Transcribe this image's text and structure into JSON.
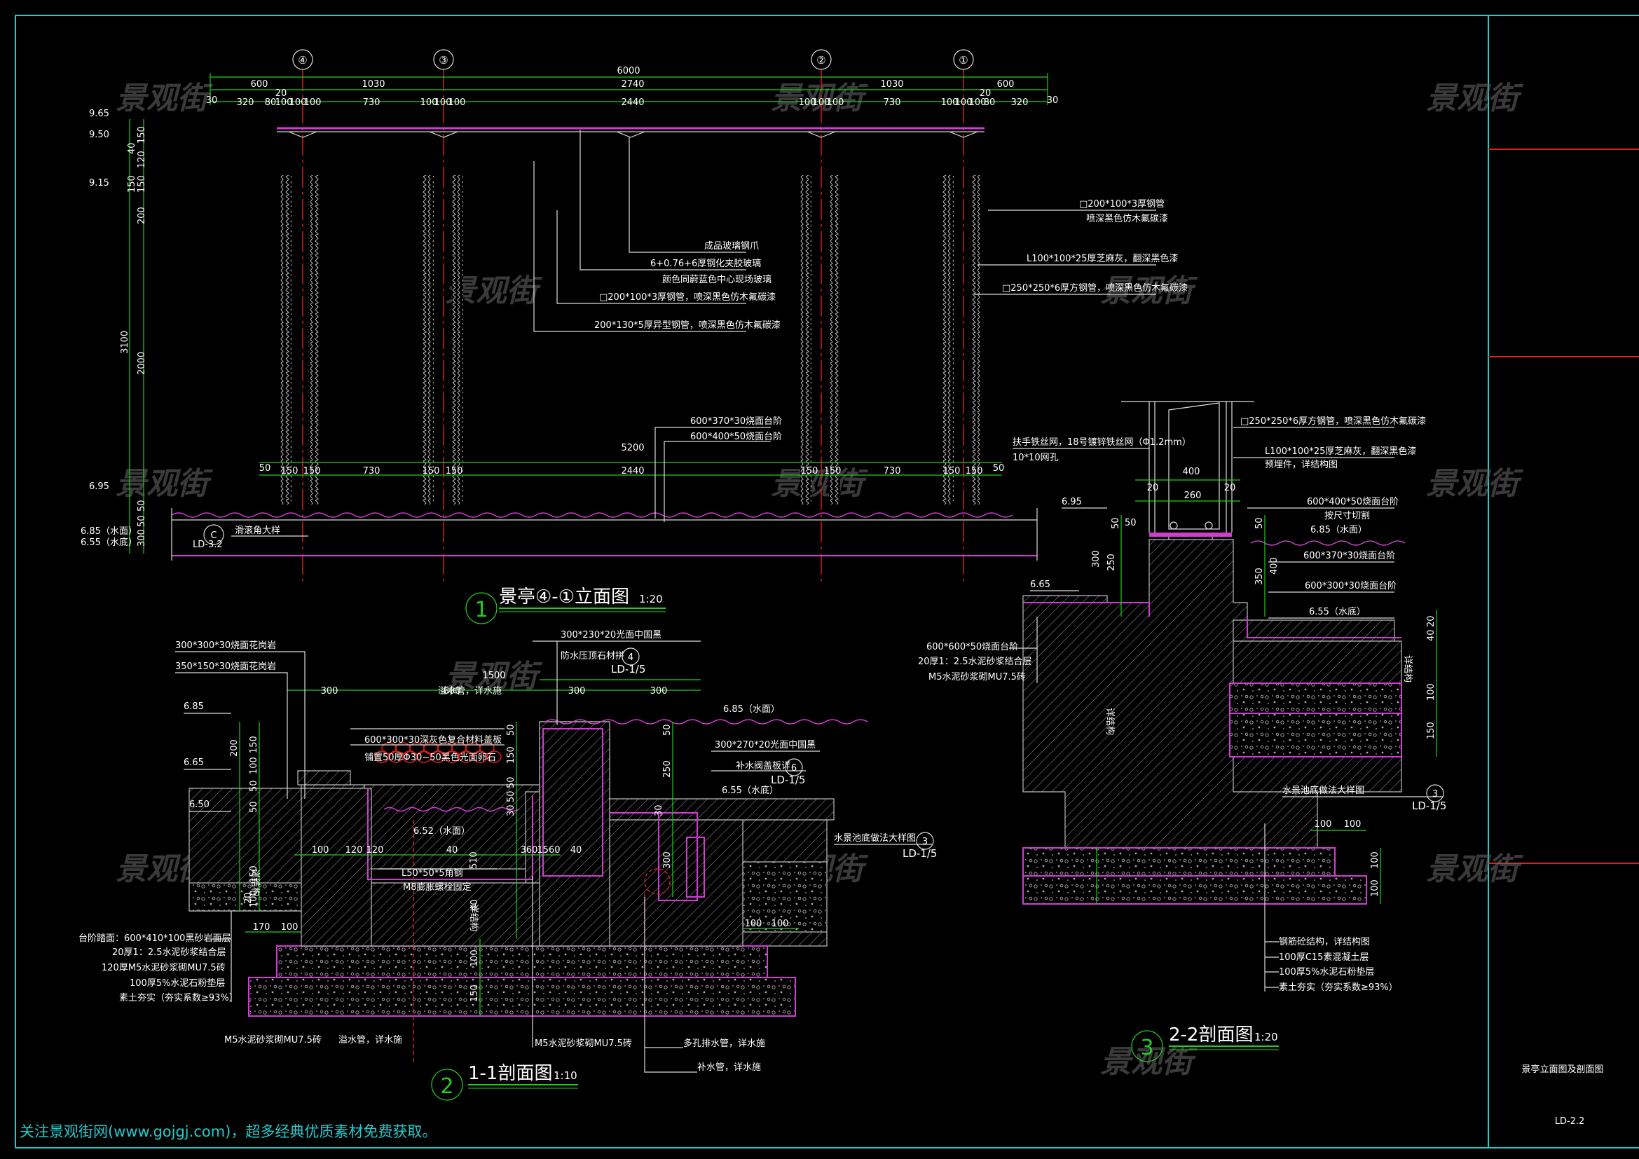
{
  "sheet": {
    "title_block_name": "景亭立面图及剖面图",
    "drawing_no": "LD-2.2",
    "footer_notice": "关注景观街网(www.gojgj.com)，超多经典优质素材免费获取。",
    "watermark": "景观街",
    "frame_color": "#22cccc",
    "dim_color": "#1fd11f",
    "section_color": "#d23cd2",
    "axis_color": "#e02020"
  },
  "elevation": {
    "number": "1",
    "title": "景亭④-①立面图",
    "scale": "1:20",
    "axes": [
      "④",
      "③",
      "②",
      "①"
    ],
    "top_dims_row1": [
      "600",
      "1030",
      "2740",
      "1030",
      "600"
    ],
    "top_dims_total": "6000",
    "top_dims_row2": [
      "30",
      "320",
      "80",
      "100",
      "100",
      "100",
      "730",
      "100",
      "100",
      "100",
      "2440",
      "100",
      "100",
      "100",
      "730",
      "100",
      "100",
      "100",
      "80",
      "320",
      "30"
    ],
    "top_small_dims": [
      "20",
      "20"
    ],
    "bottom_dims": [
      "50",
      "150",
      "150",
      "730",
      "150",
      "150",
      "2440",
      "150",
      "150",
      "730",
      "150",
      "150",
      "50"
    ],
    "bottom_total": "5200",
    "left_levels": [
      "9.65",
      "9.50",
      "9.15",
      "6.95",
      "6.85（水面）",
      "6.55（水底）"
    ],
    "left_dims": [
      "150",
      "40",
      "120",
      "150",
      "200",
      "150",
      "3100",
      "2000",
      "50",
      "50",
      "300"
    ],
    "detail_ref": {
      "letter": "C",
      "sheet": "LD-3.2",
      "note": "滑滚角大样"
    },
    "callouts": [
      "成品玻璃钢爪",
      "6+0.76+6厚钢化夹胶玻璃",
      "颜色同蔚蓝色中心现场玻璃",
      "□200*100*3厚钢管，喷深黑色仿木氟碳漆",
      "200*130*5厚异型钢管，喷深黑色仿木氟碳漆",
      "□200*100*3厚钢管",
      "喷深黑色仿木氟碳漆",
      "L100*100*25厚芝麻灰，翻深黑色漆",
      "□250*250*6厚方钢管，喷深黑色仿木氟碳漆",
      "600*370*30烧面台阶",
      "600*400*50烧面台阶"
    ]
  },
  "section11": {
    "number": "2",
    "title": "1-1剖面图",
    "scale": "1:10",
    "top_callouts": [
      "300*300*30烧面花岗岩",
      "350*150*30烧面花岗岩",
      "300*230*20光面中国黑",
      "防水压顶石材拼"
    ],
    "ref_top": {
      "number": "4",
      "sheet": "LD-1/5"
    },
    "top_dims": [
      "300",
      "600",
      "1500",
      "300",
      "300"
    ],
    "levels": [
      "6.85",
      "6.65",
      "6.50",
      "6.85（水面）",
      "6.55（水底）",
      "6.52（水面）"
    ],
    "left_dims": [
      "200",
      "150",
      "100",
      "50",
      "50",
      "20",
      "100",
      "120",
      "120",
      "40",
      "510",
      "360",
      "1560",
      "40",
      "170",
      "100",
      "100",
      "100",
      "100"
    ],
    "mid_dims": [
      "50",
      "150",
      "50",
      "50",
      "30",
      "50",
      "250",
      "30",
      "300",
      "40",
      "100",
      "150",
      "150"
    ],
    "notes_mid": [
      "溢水管，详水施",
      "600*300*30深灰色复合材料盖板",
      "铺置50厚Φ30~50黑色光面卵石",
      "L50*50*5角钢",
      "M8膨胀螺栓固定",
      "300*270*20光面中国黑",
      "补水阀盖板详",
      "水景池底做法大样图",
      "详结构"
    ],
    "ref_mid": {
      "number": "6",
      "sheet": "LD-1/5"
    },
    "ref_pool": {
      "number": "3",
      "sheet": "LD-1/5"
    },
    "layers": [
      "台阶踏面：600*410*100黑砂岩面层",
      "20厚1：2.5水泥砂浆结合层",
      "120厚M5水泥砂浆砌MU7.5砖",
      "100厚5%水泥石粉垫层",
      "素土夯实（夯实系数≥93%）"
    ],
    "bottom_notes": [
      "M5水泥砂浆砌MU7.5砖",
      "溢水管，详水施",
      "M5水泥砂浆砌MU7.5砖",
      "多孔排水管，详水施",
      "补水管，详水施"
    ]
  },
  "section22": {
    "number": "3",
    "title": "2-2剖面图",
    "scale": "1:20",
    "right_callouts": [
      "□250*250*6厚方钢管，喷深黑色仿木氟碳漆",
      "L100*100*25厚芝麻灰，翻深黑色漆",
      "预埋件，详结构图",
      "600*400*50烧面台阶",
      "按尺寸切割",
      "6.85（水面）",
      "600*370*30烧面台阶",
      "600*300*30烧面台阶",
      "6.55（水底）"
    ],
    "top_left_notes": [
      "扶手铁丝网，18号镀锌铁丝网（Φ1.2mm）",
      "10*10网孔"
    ],
    "dims": [
      "400",
      "20",
      "260",
      "20",
      "50",
      "300",
      "250",
      "50",
      "350",
      "400",
      "20",
      "40",
      "100",
      "150",
      "100",
      "100",
      "100",
      "100"
    ],
    "levels": [
      "6.95",
      "6.65"
    ],
    "left_layers": [
      "600*600*50烧面台阶",
      "20厚1：2.5水泥砂浆结合层",
      "M5水泥砂浆砌MU7.5砖"
    ],
    "ref_pool": {
      "number": "3",
      "sheet": "LD-1/5",
      "note": "水景池底做法大样图"
    },
    "bottom_layers": [
      "钢筋砼结构，详结构图",
      "100厚C15素混凝土层",
      "100厚5%水泥石粉垫层",
      "素土夯实（夯实系数≥93%）"
    ],
    "vertical_note": "详结构"
  }
}
